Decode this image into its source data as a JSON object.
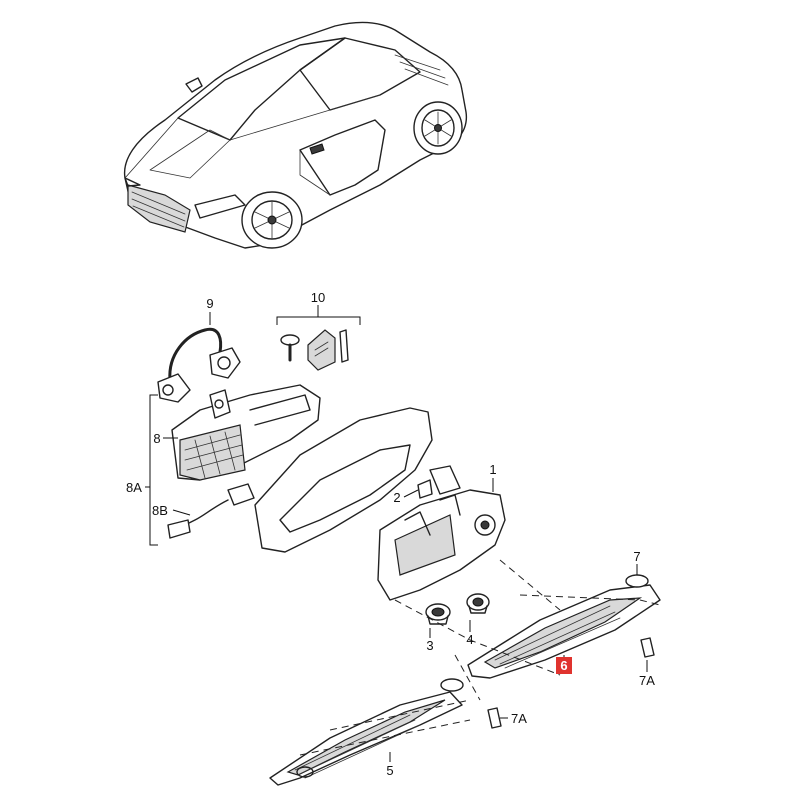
{
  "callouts": {
    "c1": "1",
    "c2": "2",
    "c3": "3",
    "c4": "4",
    "c5": "5",
    "c6": "6",
    "c7": "7",
    "c7a_right": "7A",
    "c7a_left": "7A",
    "c8": "8",
    "c8a": "8A",
    "c8b": "8B",
    "c9": "9",
    "c10": "10"
  },
  "highlight_color": "#e0332e"
}
